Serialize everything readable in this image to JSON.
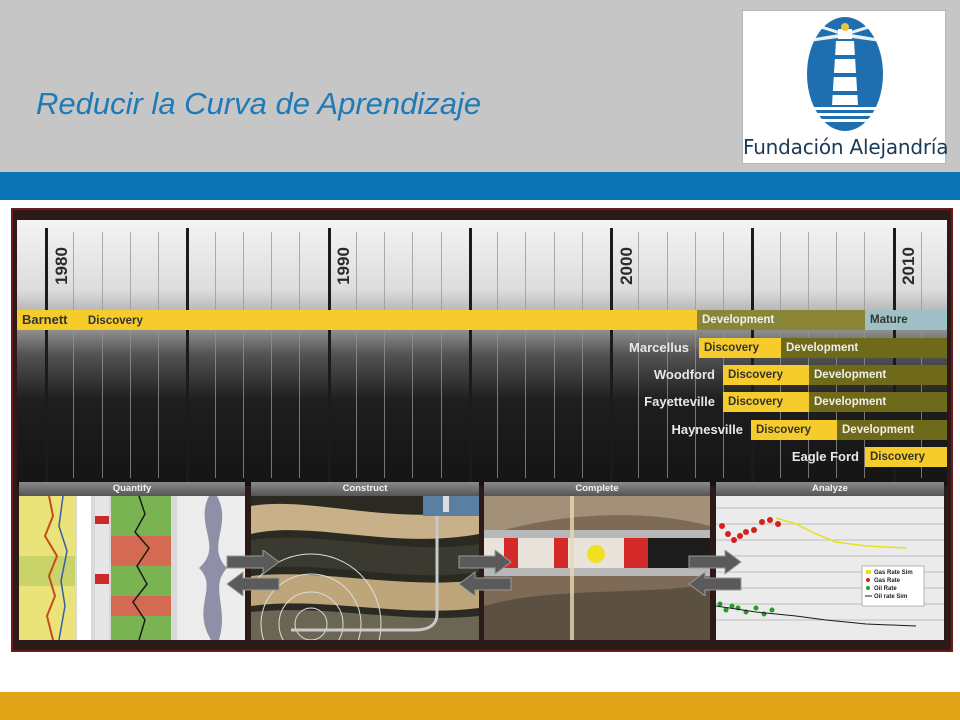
{
  "slide": {
    "title": "Reducir la Curva de Aprendizaje"
  },
  "logo": {
    "text": "Fundación Alejandría",
    "icon": "lighthouse-icon",
    "color": "#1f6fb0"
  },
  "colors": {
    "header_bg": "#c6c6c6",
    "title": "#1f7ab8",
    "blue_band": "#0b75b5",
    "gold_band": "#e2a417",
    "discovery": "#f6cc2c",
    "development": "#6e6a1a",
    "mature": "#9fc0c4"
  },
  "timeline": {
    "years": [
      "1980",
      "1990",
      "2000",
      "2010"
    ],
    "plays": [
      {
        "name": "Barnett",
        "discovery": "Discovery",
        "development": "Development",
        "mature": "Mature"
      },
      {
        "name": "Marcellus",
        "discovery": "Discovery",
        "development": "Development"
      },
      {
        "name": "Woodford",
        "discovery": "Discovery",
        "development": "Development"
      },
      {
        "name": "Fayetteville",
        "discovery": "Discovery",
        "development": "Development"
      },
      {
        "name": "Haynesville",
        "discovery": "Discovery",
        "development": "Development"
      },
      {
        "name": "Eagle Ford",
        "discovery": "Discovery"
      }
    ]
  },
  "stages": [
    {
      "label": "Quantify"
    },
    {
      "label": "Construct"
    },
    {
      "label": "Complete"
    },
    {
      "label": "Analyze"
    }
  ],
  "analyze_legend": [
    "Gas Rate Sim",
    "Gas Rate",
    "Oil Rate",
    "Oil rate Sim"
  ]
}
